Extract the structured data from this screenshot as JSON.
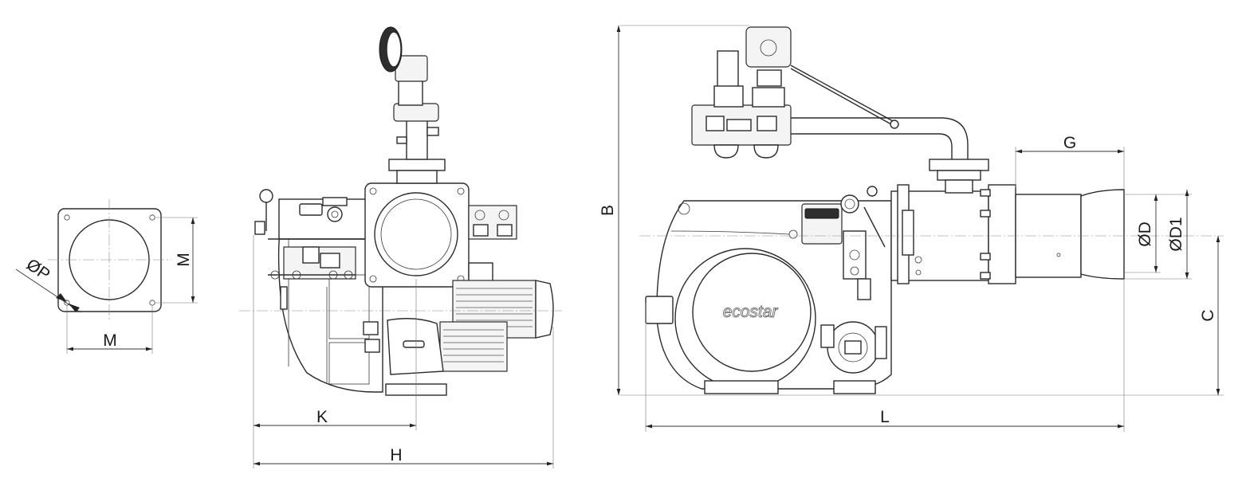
{
  "flange_view": {
    "dim_m_horizontal": "M",
    "dim_m_vertical": "M",
    "dim_p": "ØP"
  },
  "front_view": {
    "dim_k": "K",
    "dim_h": "H"
  },
  "side_view": {
    "dim_b": "B",
    "dim_l": "L",
    "dim_c": "C",
    "dim_g": "G",
    "dim_d": "ØD",
    "dim_d1": "ØD1",
    "brand": "ecostar"
  },
  "colors": {
    "line": "#2b2b2b",
    "background": "#ffffff"
  }
}
